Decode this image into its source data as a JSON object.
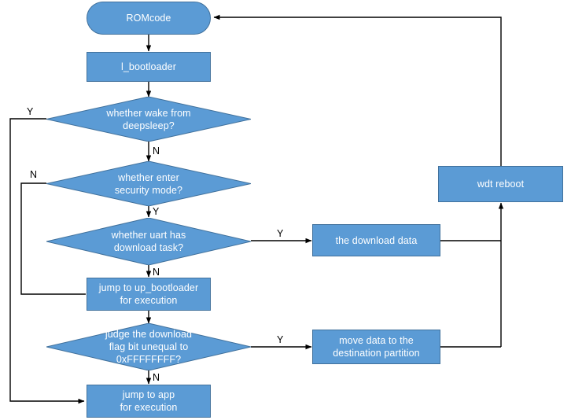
{
  "diagram": {
    "title": "Bootloader boot flow",
    "colors": {
      "node_fill": "#5B9BD5",
      "node_stroke": "#41719C",
      "node_text": "#FFFFFF",
      "wire": "#000000",
      "background": "#FFFFFF"
    },
    "nodes": [
      {
        "id": "romcode",
        "shape": "rounded-rect",
        "label": "ROMcode"
      },
      {
        "id": "l_bootloader",
        "shape": "rect",
        "label": "l_bootloader"
      },
      {
        "id": "deepsleep",
        "shape": "diamond",
        "label": "whether wake from deepsleep?"
      },
      {
        "id": "security",
        "shape": "diamond",
        "label": "whether enter security mode?"
      },
      {
        "id": "uart",
        "shape": "diamond",
        "label": "whether uart has download task?"
      },
      {
        "id": "up_bootloader",
        "shape": "rect",
        "label": "jump to up_bootloader for execution"
      },
      {
        "id": "flagbit",
        "shape": "diamond",
        "label": "judge the download flag bit unequal to 0xFFFFFFFF?"
      },
      {
        "id": "jump_app",
        "shape": "rect",
        "label": "jump to app for execution"
      },
      {
        "id": "download_data",
        "shape": "rect",
        "label": "the download data"
      },
      {
        "id": "move_data",
        "shape": "rect",
        "label": "move data to the destination partition"
      },
      {
        "id": "wdt_reboot",
        "shape": "rect",
        "label": "wdt reboot"
      }
    ],
    "node_labels": {
      "romcode": "ROMcode",
      "l_bootloader": "l_bootloader",
      "deepsleep_line1": "whether wake from",
      "deepsleep_line2": "deepsleep?",
      "security_line1": "whether enter",
      "security_line2": "security mode?",
      "uart_line1": "whether uart has",
      "uart_line2": "download task?",
      "up_bootloader_line1": "jump to up_bootloader",
      "up_bootloader_line2": "for execution",
      "flagbit_line1": "judge the download",
      "flagbit_line2": "flag bit unequal to",
      "flagbit_line3": "0xFFFFFFFF?",
      "jump_app_line1": "jump to app",
      "jump_app_line2": "for execution",
      "download_data": "the download data",
      "move_data_line1": "move data to the",
      "move_data_line2": "destination partition",
      "wdt_reboot": "wdt reboot"
    },
    "edge_labels": {
      "deepsleep_yes": "Y",
      "deepsleep_no": "N",
      "security_no": "N",
      "security_yes": "Y",
      "uart_yes": "Y",
      "uart_no": "N",
      "flagbit_yes": "Y",
      "flagbit_no": "N"
    },
    "edges": [
      {
        "from": "romcode",
        "to": "l_bootloader",
        "label": ""
      },
      {
        "from": "l_bootloader",
        "to": "deepsleep",
        "label": ""
      },
      {
        "from": "deepsleep",
        "to": "jump_app",
        "label": "Y"
      },
      {
        "from": "deepsleep",
        "to": "security",
        "label": "N"
      },
      {
        "from": "security",
        "to": "up_bootloader",
        "label": "N"
      },
      {
        "from": "security",
        "to": "uart",
        "label": "Y"
      },
      {
        "from": "uart",
        "to": "download_data",
        "label": "Y"
      },
      {
        "from": "uart",
        "to": "up_bootloader",
        "label": "N"
      },
      {
        "from": "up_bootloader",
        "to": "flagbit",
        "label": ""
      },
      {
        "from": "flagbit",
        "to": "move_data",
        "label": "Y"
      },
      {
        "from": "flagbit",
        "to": "jump_app",
        "label": "N"
      },
      {
        "from": "download_data",
        "to": "wdt_reboot",
        "label": ""
      },
      {
        "from": "move_data",
        "to": "wdt_reboot",
        "label": ""
      },
      {
        "from": "wdt_reboot",
        "to": "romcode",
        "label": ""
      }
    ]
  }
}
